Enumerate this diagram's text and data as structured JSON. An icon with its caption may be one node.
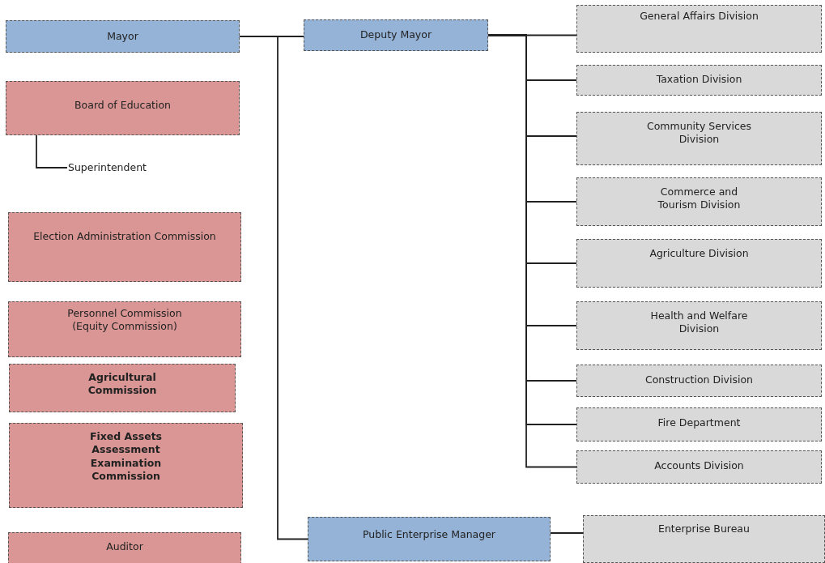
{
  "diagram": {
    "nodes": [
      {
        "text": [
          "Mayor"
        ]
      },
      {
        "text": [
          "Deputy Mayor"
        ]
      },
      {
        "text": [
          "General Affairs Division"
        ]
      },
      {
        "text": [
          "Taxation Division"
        ]
      },
      {
        "text": [
          "Community Services Division"
        ]
      },
      {
        "text": [
          "Commerce and Tourism Division"
        ]
      },
      {
        "text": [
          "Agriculture Division"
        ]
      },
      {
        "text": [
          "Health and Welfare Division"
        ]
      },
      {
        "text": [
          "Construction Division"
        ]
      },
      {
        "text": [
          "Fire Department"
        ]
      },
      {
        "text": [
          "Accounts Division"
        ]
      },
      {
        "text": [
          "Board of Education"
        ]
      },
      {
        "text": [
          "Superintendent"
        ]
      },
      {
        "text": [
          "Election Administration Commission"
        ]
      },
      {
        "text": [
          "Personnel Commission (Equity Commission)"
        ]
      },
      {
        "text": [
          "Agricultural Commission"
        ]
      },
      {
        "text": [
          "Fixed Assets Assessment Examination Commission"
        ]
      },
      {
        "text": [
          "Auditor"
        ]
      },
      {
        "text": [
          "Public Enterprise Manager"
        ]
      },
      {
        "text": [
          "Enterprise Bureau"
        ]
      }
    ],
    "edges": [
      {
        "from": 0,
        "to": 1,
        "arrow": "none"
      },
      {
        "from": 0,
        "to": 18,
        "arrow": "none"
      },
      {
        "from": 1,
        "to": 2,
        "arrow": "none"
      },
      {
        "from": 1,
        "to": 3,
        "arrow": "none"
      },
      {
        "from": 1,
        "to": 4,
        "arrow": "none"
      },
      {
        "from": 1,
        "to": 5,
        "arrow": "none"
      },
      {
        "from": 1,
        "to": 6,
        "arrow": "none"
      },
      {
        "from": 1,
        "to": 7,
        "arrow": "none"
      },
      {
        "from": 1,
        "to": 8,
        "arrow": "none"
      },
      {
        "from": 1,
        "to": 9,
        "arrow": "none"
      },
      {
        "from": 1,
        "to": 10,
        "arrow": "none"
      },
      {
        "from": 11,
        "to": 12,
        "arrow": "none"
      },
      {
        "from": 18,
        "to": 19,
        "arrow": "none"
      }
    ]
  }
}
